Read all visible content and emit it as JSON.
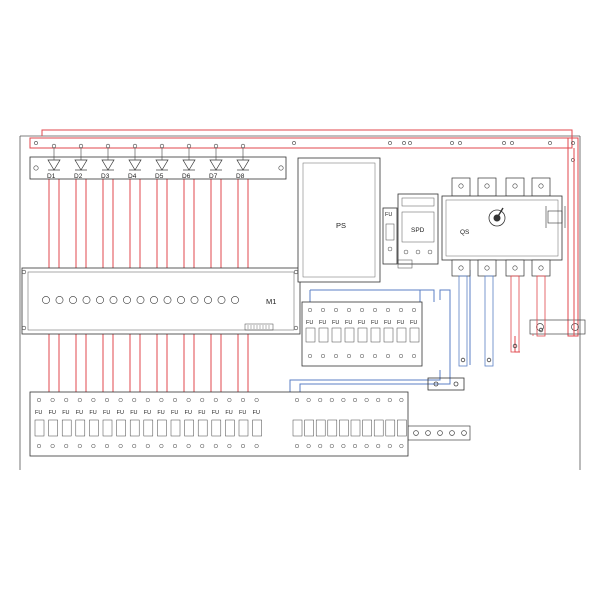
{
  "diode_labels": [
    "D1",
    "D2",
    "D3",
    "D4",
    "D5",
    "D6",
    "D7",
    "D8"
  ],
  "module_label": "M1",
  "power_supply_label": "PS",
  "fuse_label": "FU",
  "spd_label": "SPD",
  "switch_label": "QS",
  "colors": {
    "red_wire": "#e0474c",
    "blue_wire": "#5b7fc4",
    "outline": "#333333"
  }
}
